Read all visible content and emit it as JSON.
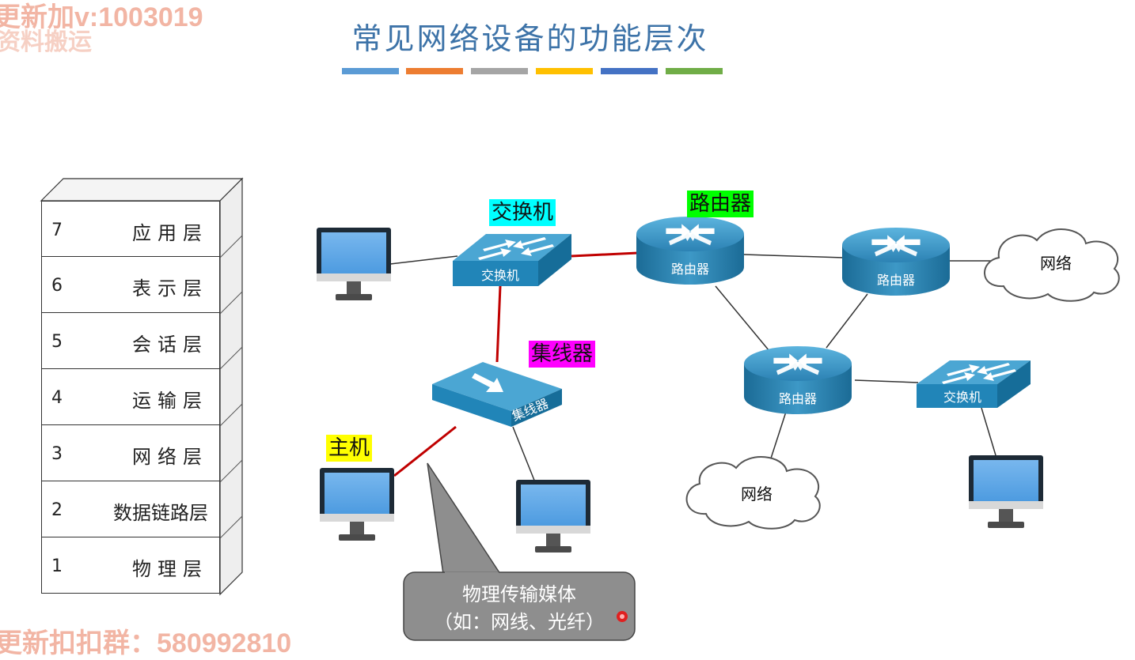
{
  "watermark": {
    "top_text": "更新加v:1003019",
    "top_sub": "资料搬运",
    "bottom_text": "更新扣扣群：580992810"
  },
  "title": "常见网络设备的功能层次",
  "title_bar_colors": [
    "#5b9bd5",
    "#ed7d31",
    "#a5a5a5",
    "#ffc000",
    "#4472c4",
    "#70ad47"
  ],
  "osi_layers": [
    {
      "num": "7",
      "name": "应用层"
    },
    {
      "num": "6",
      "name": "表示层"
    },
    {
      "num": "5",
      "name": "会话层"
    },
    {
      "num": "4",
      "name": "运输层"
    },
    {
      "num": "3",
      "name": "网络层"
    },
    {
      "num": "2",
      "name": "数据链路层"
    },
    {
      "num": "1",
      "name": "物理层"
    }
  ],
  "tags": {
    "switch": {
      "text": "交换机",
      "color": "#00ffff"
    },
    "router": {
      "text": "路由器",
      "color": "#00ff00"
    },
    "hub": {
      "text": "集线器",
      "color": "#ff00ff"
    },
    "host": {
      "text": "主机",
      "color": "#ffff00"
    }
  },
  "devices": {
    "switch_main": "交换机",
    "switch_right": "交换机",
    "router_top": "路由器",
    "router_right": "路由器",
    "router_bottom": "路由器",
    "hub": "集线器"
  },
  "clouds": {
    "right": "网络",
    "bottom": "网络"
  },
  "callout": {
    "line1": "物理传输媒体",
    "line2": "（如：网线、光纤）"
  }
}
